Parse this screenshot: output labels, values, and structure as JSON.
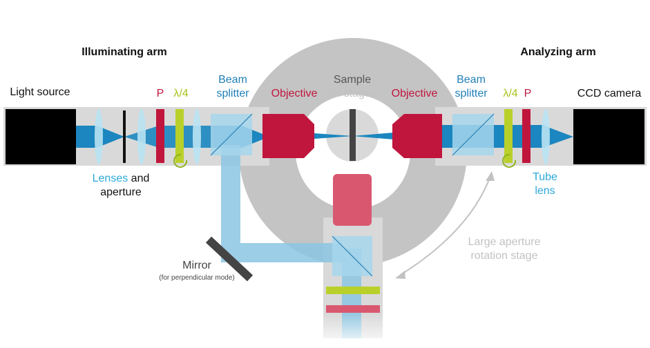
{
  "titles": {
    "illuminating": "Illuminating arm",
    "analyzing": "Analyzing arm"
  },
  "left": {
    "light_source": "Light source",
    "polarizer": "P",
    "waveplate": "λ/4",
    "beam_splitter_line1": "Beam",
    "beam_splitter_line2": "splitter",
    "objective": "Objective",
    "lenses_word": "Lenses",
    "and_word": " and",
    "aperture_word": "aperture"
  },
  "center": {
    "sample": "Sample",
    "on_stages": "on stages"
  },
  "right": {
    "objective": "Objective",
    "beam_splitter_line1": "Beam",
    "beam_splitter_line2": "splitter",
    "waveplate": "λ/4",
    "polarizer": "P",
    "camera": "CCD camera",
    "tube_line1": "Tube",
    "tube_line2": "lens"
  },
  "bottom": {
    "mirror": "Mirror",
    "mirror_note": "(for perpendicular mode)",
    "rotation_line1": "Large aperture",
    "rotation_line2": "rotation stage"
  },
  "colors": {
    "black_label": "#111111",
    "blue_label": "#1f7fb8",
    "cyan_label": "#2aa9d8",
    "red_label": "#c0163d",
    "yellow_label": "#a8c318",
    "gray_label": "#c2c2c2",
    "dark_gray_label": "#444444"
  }
}
